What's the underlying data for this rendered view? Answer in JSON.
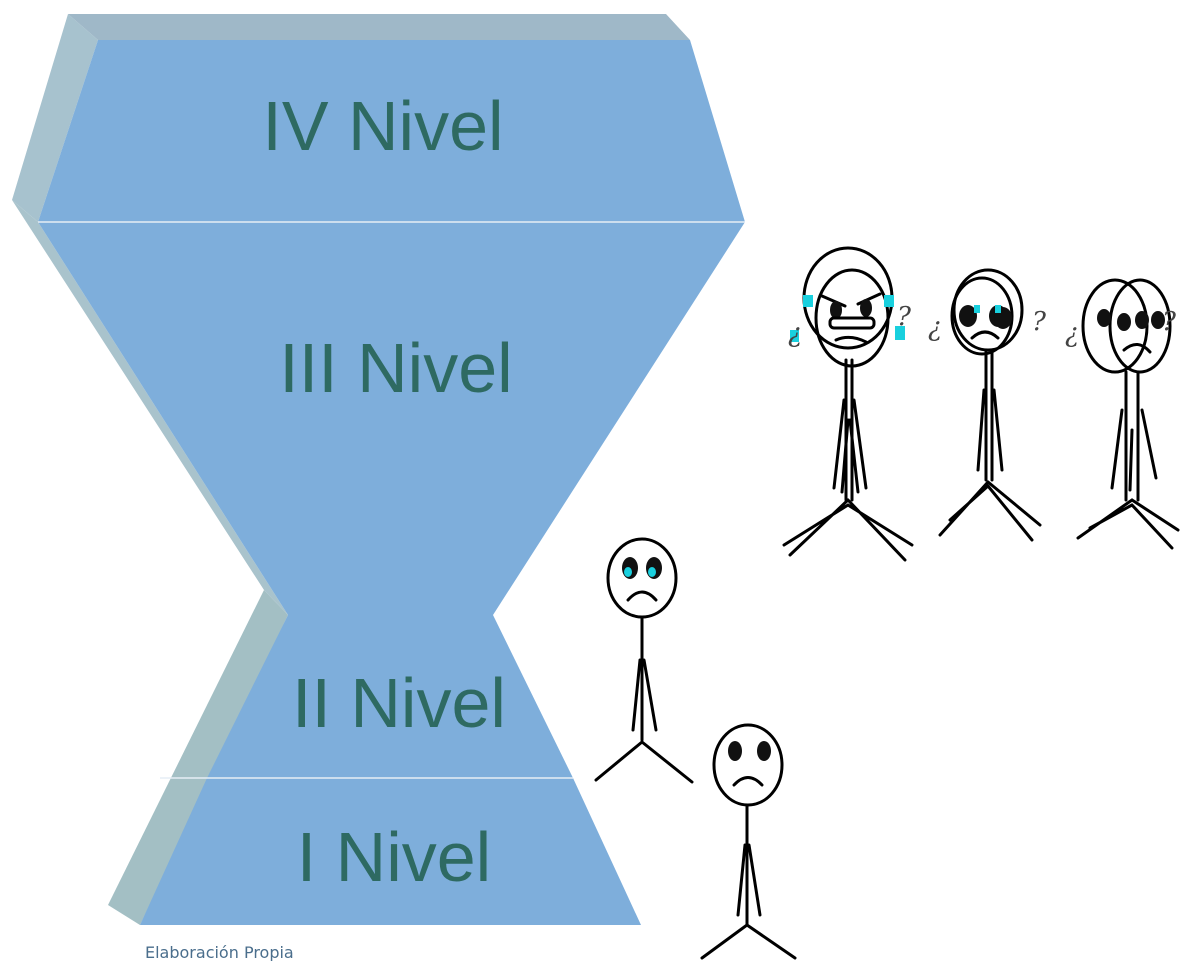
{
  "diagram": {
    "levels": [
      {
        "label": "IV Nivel"
      },
      {
        "label": "III Nivel"
      },
      {
        "label": "II Nivel"
      },
      {
        "label": "I Nivel"
      }
    ],
    "caption": "Elaboración Propia",
    "colors": {
      "face": "#7eaedb",
      "side": "#a7c2ce",
      "top": "#9fb8c8",
      "text": "#2e6a62",
      "tear": "#19d0de"
    },
    "marks": {
      "question_open": "¿",
      "question_close": "?"
    }
  }
}
